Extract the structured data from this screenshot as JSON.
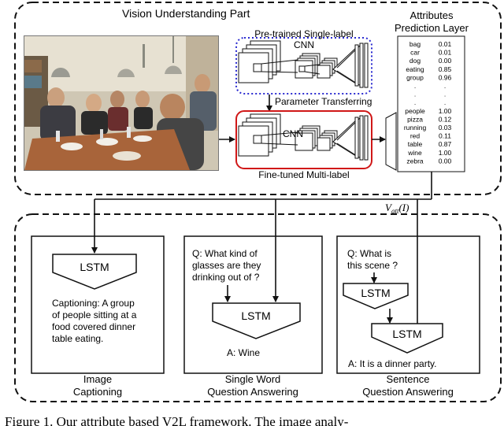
{
  "vision_panel": {
    "title": "Vision Understanding Part",
    "pretrained_caption_line1": "Pre-trained Single-label",
    "pretrained_caption_line2": "CNN",
    "cnn_label": "CNN",
    "transfer_label": "Parameter Transferring",
    "finetuned_caption": "Fine-tuned  Multi-label"
  },
  "attributes": {
    "title_line1": "Attributes",
    "title_line2": "Prediction Layer",
    "rows": [
      {
        "label": "bag",
        "value": "0.01"
      },
      {
        "label": "car",
        "value": "0.01"
      },
      {
        "label": "dog",
        "value": "0.00"
      },
      {
        "label": "eating",
        "value": "0.85"
      },
      {
        "label": "group",
        "value": "0.96"
      },
      {
        "label": ".",
        "value": "."
      },
      {
        "label": ".",
        "value": "."
      },
      {
        "label": ".",
        "value": "."
      },
      {
        "label": "people",
        "value": "1.00"
      },
      {
        "label": "pizza",
        "value": "0.12"
      },
      {
        "label": "running",
        "value": "0.03"
      },
      {
        "label": "red",
        "value": "0.11"
      },
      {
        "label": "table",
        "value": "0.87"
      },
      {
        "label": "wine",
        "value": "1.00"
      },
      {
        "label": "zebra",
        "value": "0.00"
      }
    ]
  },
  "vatt": {
    "base": "V",
    "sub": "att",
    "arg": "(I)"
  },
  "tasks": {
    "captioning": {
      "lstm": "LSTM",
      "output": [
        "Captioning:  A  group",
        "of  people  sitting at a",
        "food  covered  dinner",
        "table eating."
      ],
      "label_line1": "Image",
      "label_line2": "Captioning"
    },
    "single_word": {
      "question": [
        "Q:  What  kind  of",
        "glasses are they",
        "drinking out of ?"
      ],
      "lstm": "LSTM",
      "answer": "A: Wine",
      "label_line1": "Single Word",
      "label_line2": "Question Answering"
    },
    "sentence": {
      "question": [
        "Q:  What  is",
        "this scene ?"
      ],
      "lstm1": "LSTM",
      "lstm2": "LSTM",
      "answer": "A: It is a dinner party.",
      "label_line1": "Sentence",
      "label_line2": "Question Answering"
    }
  },
  "caption": "Figure 1. Our attribute based V2L framework. The image analy-",
  "colors": {
    "pretrained_border": "#2a2ad0",
    "finetuned_border": "#d01818"
  }
}
